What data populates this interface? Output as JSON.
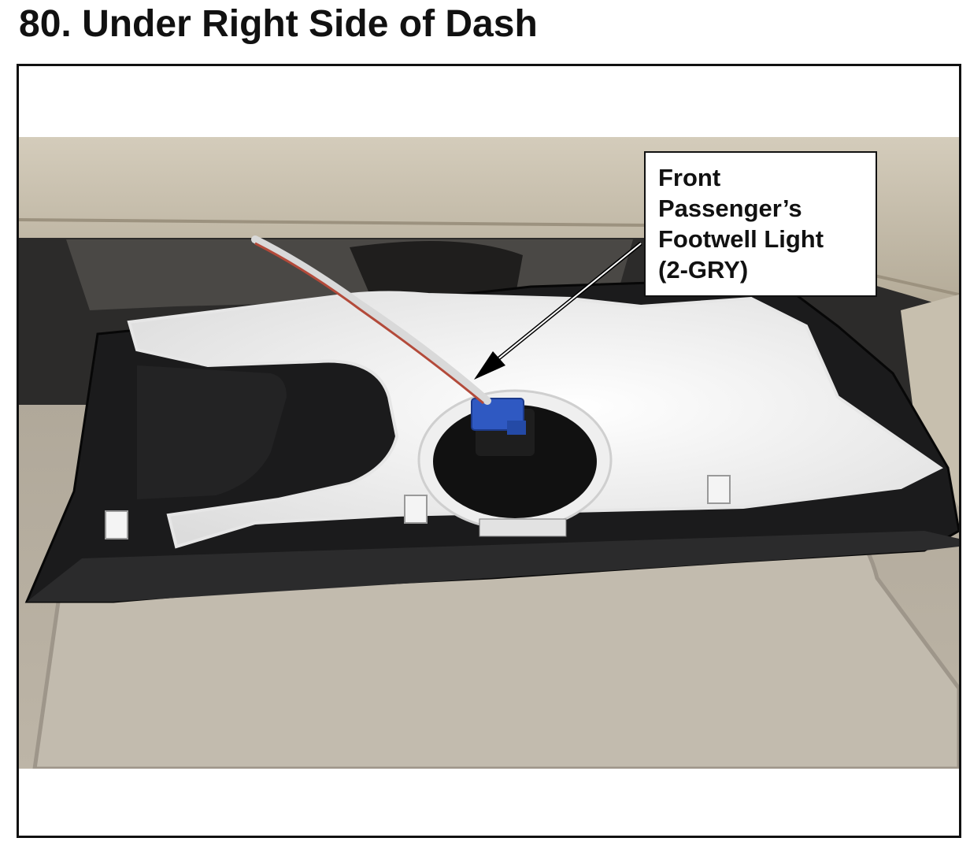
{
  "document": {
    "step_title": "80.  Under Right Side of Dash"
  },
  "figure": {
    "callout_lines": [
      "Front",
      "Passenger’s",
      "Footwell Light",
      "(2-GRY)"
    ],
    "colors": {
      "dash_panel": "#c9c0ae",
      "carpet": "#b8b0a2",
      "trim_black": "#1b1b1c",
      "insulation_white": "#f2f2f2",
      "connector_blue": "#2f59c2"
    }
  }
}
